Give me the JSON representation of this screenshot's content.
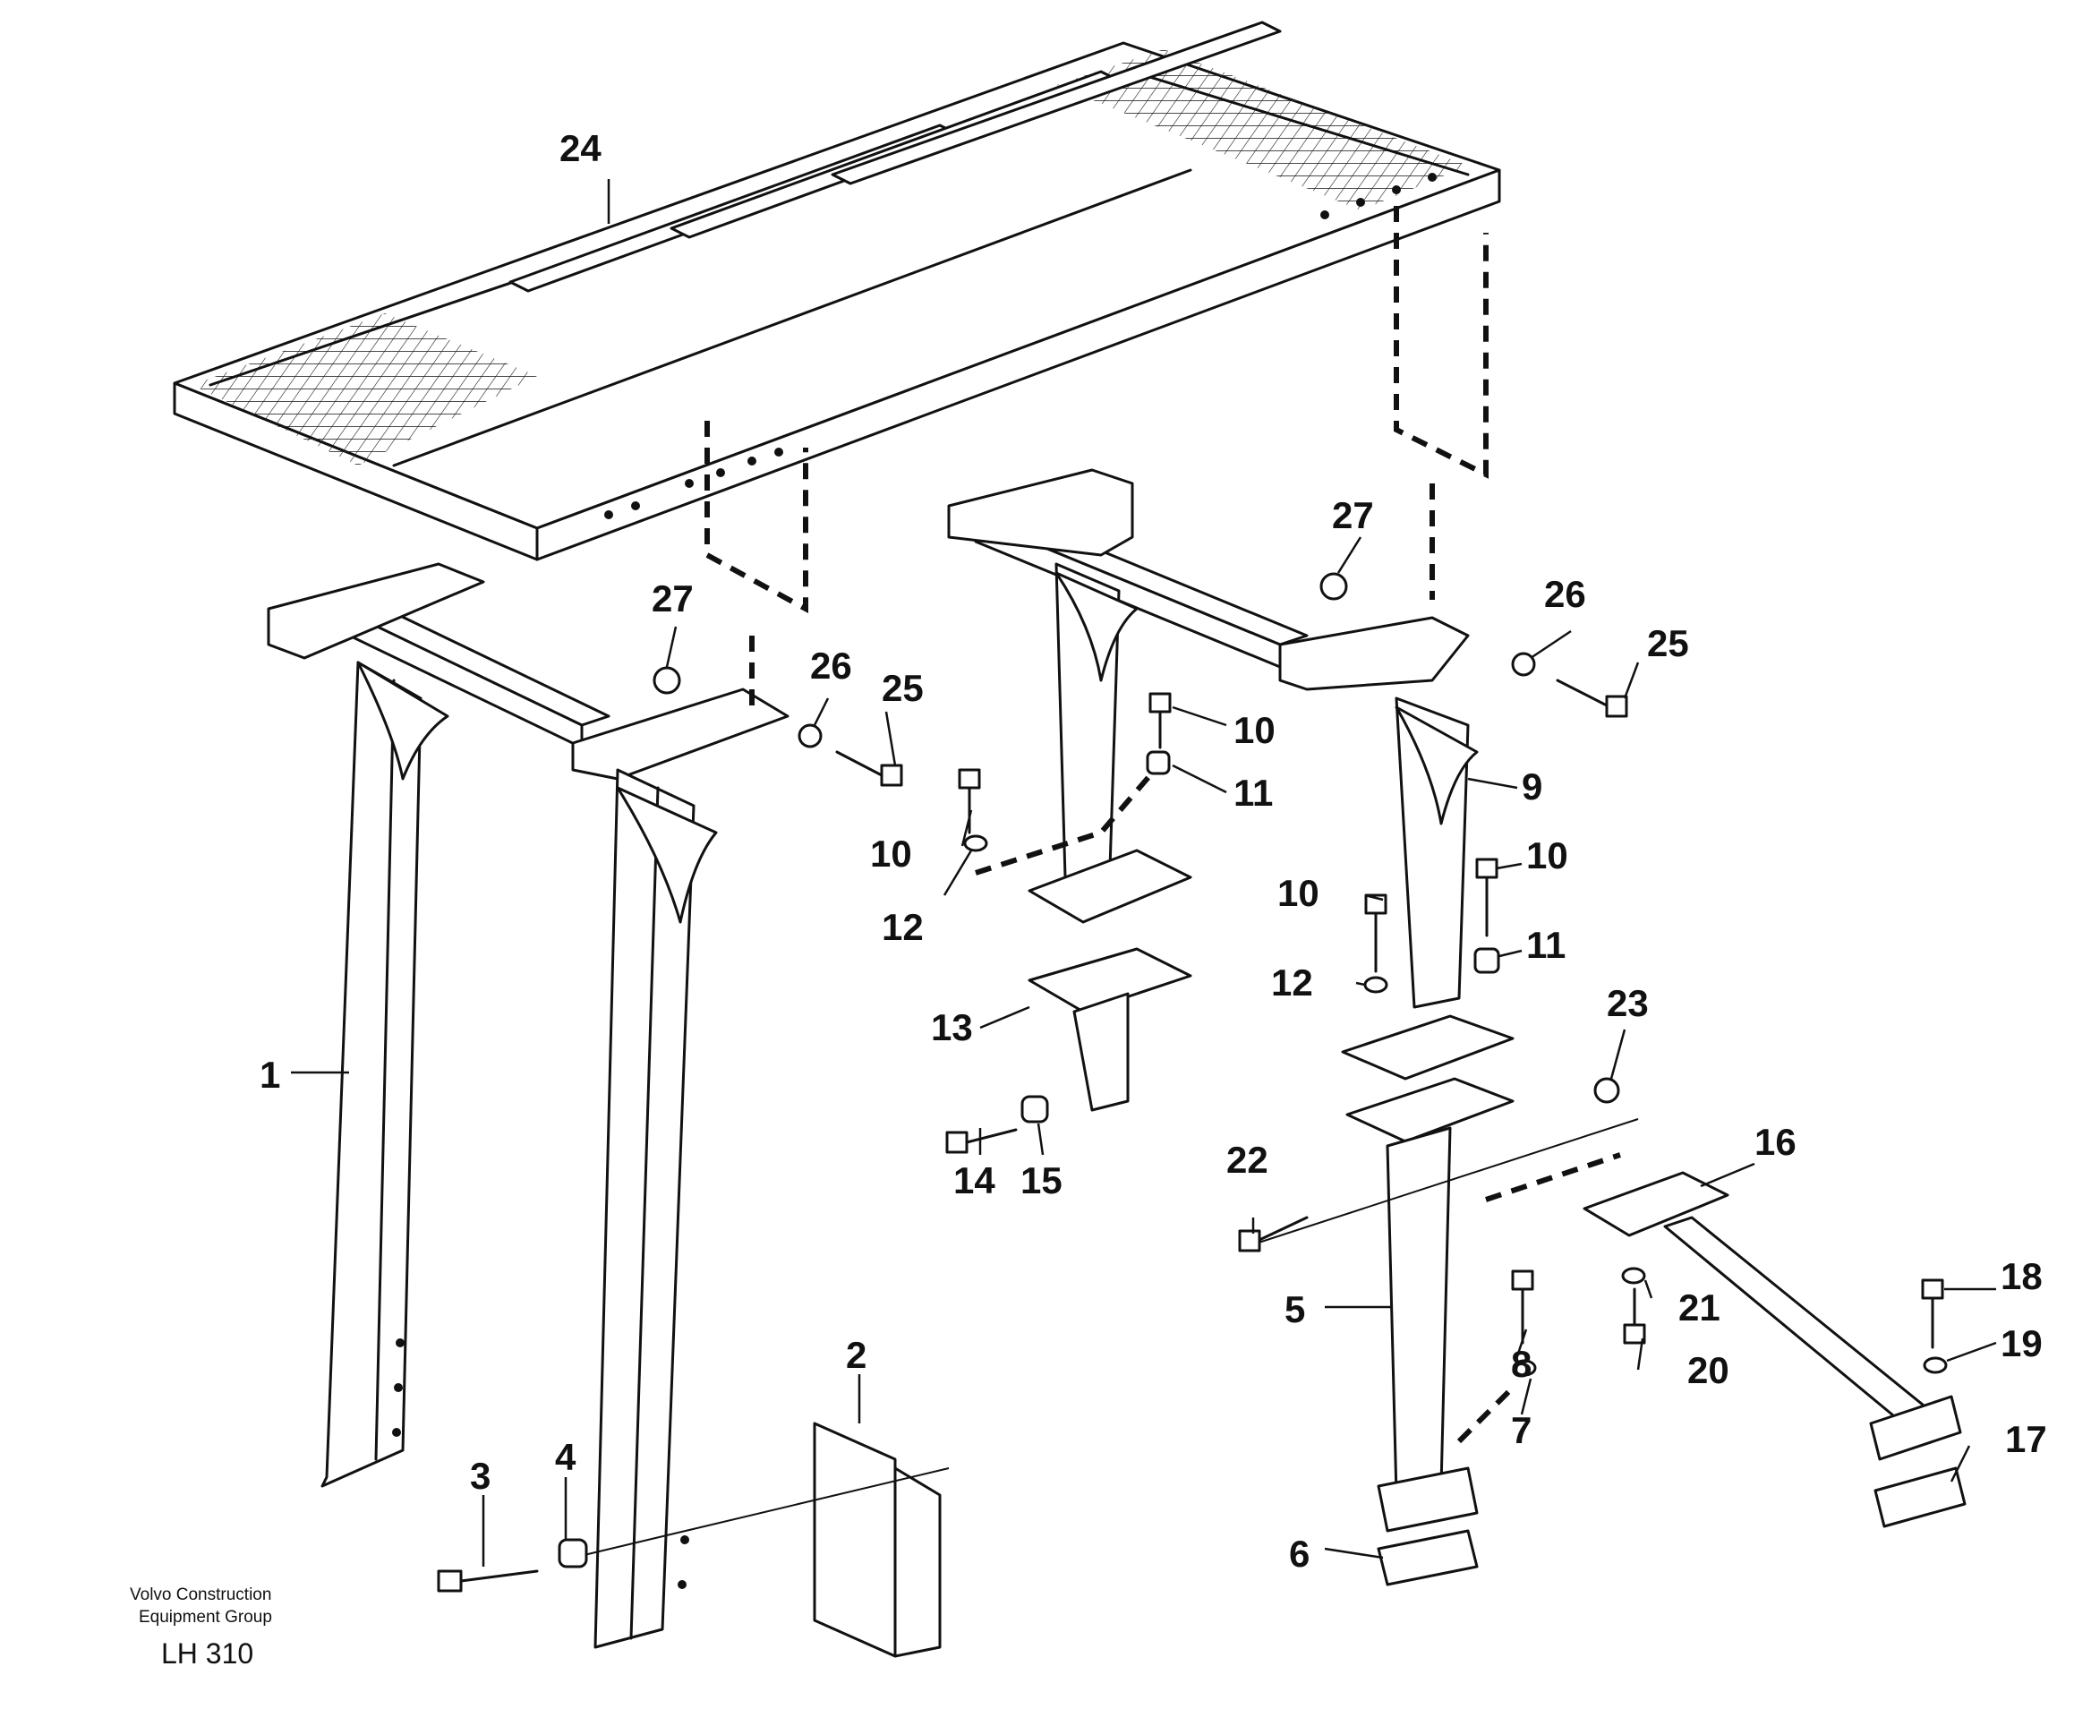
{
  "callouts": {
    "c1": "1",
    "c2": "2",
    "c3": "3",
    "c4": "4",
    "c5": "5",
    "c6": "6",
    "c7": "7",
    "c8": "8",
    "c9": "9",
    "c10a": "10",
    "c10b": "10",
    "c10c": "10",
    "c10d": "10",
    "c11a": "11",
    "c11b": "11",
    "c12a": "12",
    "c12b": "12",
    "c13": "13",
    "c14": "14",
    "c15": "15",
    "c16": "16",
    "c17": "17",
    "c18": "18",
    "c19": "19",
    "c20": "20",
    "c21": "21",
    "c22": "22",
    "c23": "23",
    "c24": "24",
    "c25a": "25",
    "c25b": "25",
    "c26a": "26",
    "c26b": "26",
    "c27a": "27",
    "c27b": "27"
  },
  "footer": {
    "line1": "Volvo Construction",
    "line2": "Equipment Group",
    "code": "LH 310"
  }
}
